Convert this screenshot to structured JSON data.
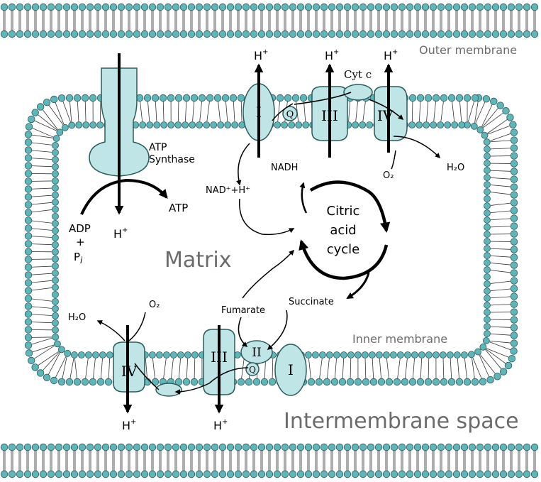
{
  "labels": {
    "outer_membrane": "Outer membrane",
    "inner_membrane": "Inner membrane",
    "matrix": "Matrix",
    "intermembrane_space": "Intermembrane space",
    "atp_synthase": [
      "ATP",
      "Synthase"
    ],
    "atp": "ATP",
    "adp": "ADP",
    "plus": "+",
    "pi_base": "P",
    "pi_sub": "i",
    "h_plus": "H",
    "h_plus_sup": "+",
    "nadh": "NADH",
    "nad_plus_h": "NAD⁺+H⁺",
    "citric_acid_cycle": [
      "Citric",
      "acid",
      "cycle"
    ],
    "succinate": "Succinate",
    "fumarate": "Fumarate",
    "cyt_c": "Cyt c",
    "o2": "O₂",
    "h2o": "H₂O"
  },
  "complexes": {
    "top": [
      "I",
      "Q",
      "III",
      "IV"
    ],
    "bottom": [
      "IV",
      "III",
      "II",
      "Q",
      "I"
    ]
  },
  "colors": {
    "membrane_head": "#5fb6b8",
    "protein_fill": "#bfe5e6",
    "protein_stroke": "#2a5b5c",
    "grey_text": "#6b6b6b"
  }
}
